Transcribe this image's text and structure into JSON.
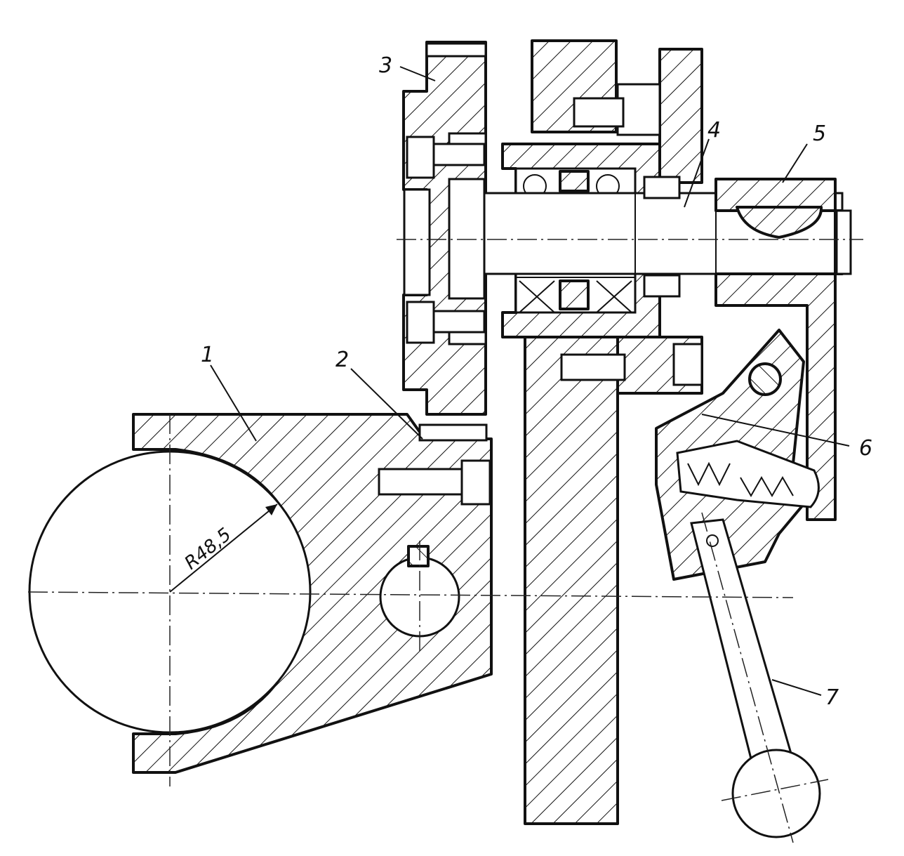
{
  "labels": {
    "part1": "1",
    "part2": "2",
    "part3": "3",
    "part4": "4",
    "part5": "5",
    "part6": "6",
    "part7": "7"
  },
  "dimension": "R48,5",
  "colors": {
    "ink": "#111111",
    "paper": "#ffffff"
  }
}
